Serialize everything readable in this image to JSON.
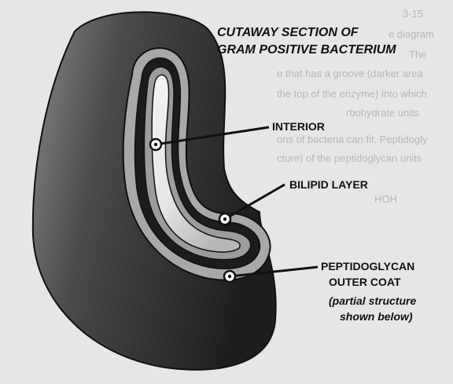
{
  "title": {
    "line1": "CUTAWAY SECTION OF",
    "line2": "GRAM POSITIVE BACTERIUM"
  },
  "labels": {
    "interior": "INTERIOR",
    "bilipid": "BILIPID LAYER",
    "peptido_line1": "PEPTIDOGLYCAN",
    "peptido_line2": "OUTER COAT",
    "peptido_line3": "(partial structure",
    "peptido_line4": "shown below)"
  },
  "background_text": {
    "l1": "3-15",
    "l2": "e diagram",
    "l3": "The",
    "l4": "e that has a groove (darker area",
    "l5": "the top of the enzyme) into which",
    "l6": "rbohydrate units",
    "l7": "ons of bacteria can fit. Peptidogly",
    "l8": "cture) of the peptidoglycan units",
    "l9": "HOH"
  },
  "colors": {
    "outer_coat": "#3a3a3a",
    "peptidoglycan": "#a8a8a8",
    "bilipid": "#1c1c1c",
    "interior": "#ededed",
    "ink": "#111111"
  }
}
